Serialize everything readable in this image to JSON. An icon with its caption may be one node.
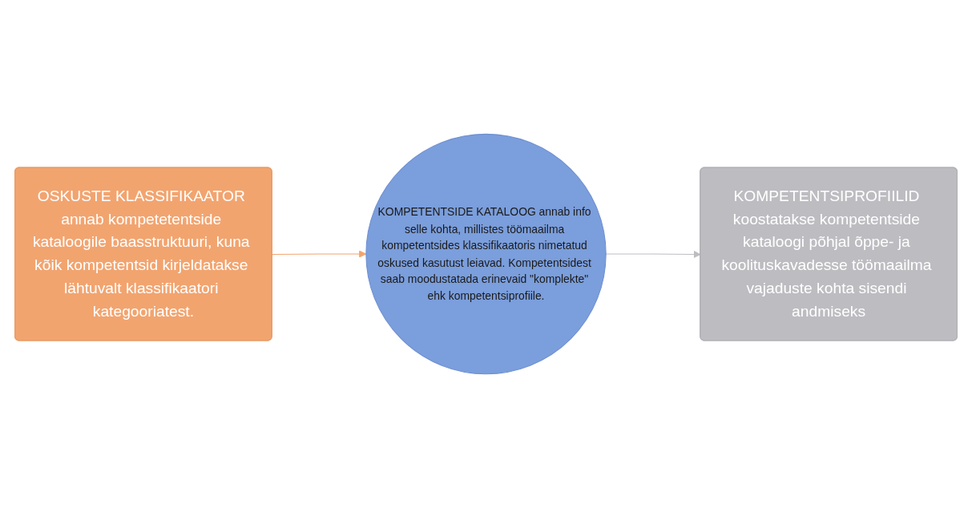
{
  "diagram": {
    "nodes": [
      {
        "text": [
          "OSKUSTE KLASSIFIKAATOR annab kompetetentside kataloogile baasstruktuuri, kuna kõik kompetentsid kirjeldatakse lähtuvalt klassifikaatori kategooriatest."
        ]
      },
      {
        "text": [
          "KOMPETENTSIDE KATALOOG annab info selle kohta, millistes töömaailma kompetentsides klassifikaatoris nimetatud oskused kasutust leiavad. Kompetentsidest saab moodustatada erinevaid \"komplekte\" ehk kompetentsiprofiile."
        ]
      },
      {
        "text": [
          "KOMPETENTSIPROFIILID koostatakse kompetentside kataloogi põhjal õppe- ja koolituskavadesse töömaailma vajaduste kohta sisendi andmiseks"
        ]
      }
    ],
    "edges": [
      {
        "from": 0,
        "to": 1,
        "arrow": "to",
        "color": "#f2a46f"
      },
      {
        "from": 1,
        "to": 2,
        "arrow": "to",
        "color": "#bdbcc1"
      }
    ]
  }
}
